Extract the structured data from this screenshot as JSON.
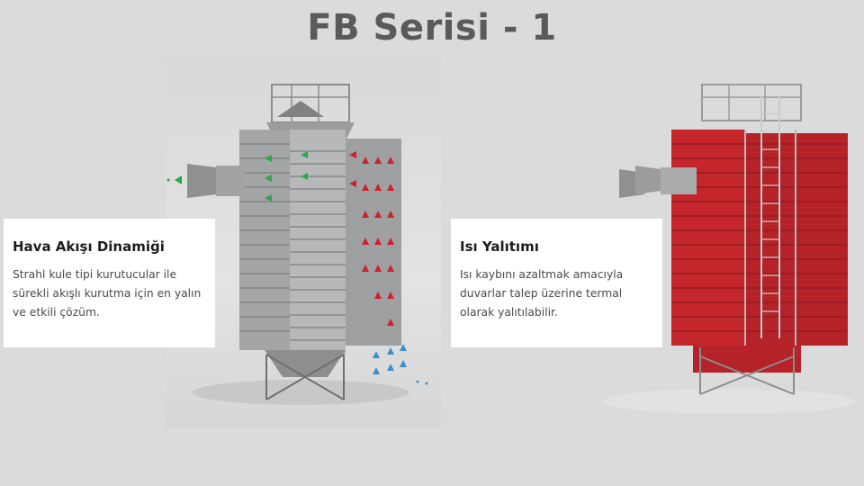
{
  "slide": {
    "title": "FB Serisi - 1"
  },
  "cards": {
    "left": {
      "heading": "Hava Akışı Dinamiği",
      "body": "Strahl kule tipi kurutucular ile sürekli akışlı kurutma için en yalın ve etkili çözüm."
    },
    "right": {
      "heading": "Isı Yalıtımı",
      "body": "Isı kaybını azaltmak amacıyla duvarlar talep üzerine termal olarak yalıtılabilir."
    }
  },
  "colors": {
    "background": "#dbdbdb",
    "title": "#5a5a5a",
    "insulation_red": "#c4262b",
    "steel_gray": "#8e9092",
    "airflow_green": "#2aa84a",
    "airflow_red": "#d0202a",
    "airflow_blue": "#3a8fd0"
  },
  "images": {
    "left": "grain-dryer-cutaway-airflow-illustration",
    "right": "grain-dryer-insulated-red-illustration"
  }
}
